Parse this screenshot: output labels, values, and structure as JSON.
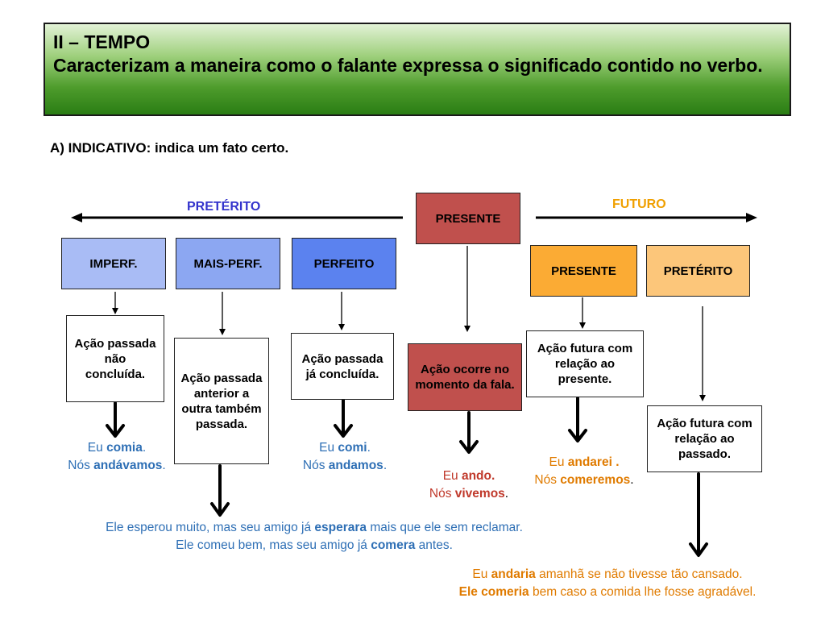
{
  "header": {
    "line1": "II – TEMPO",
    "line2": "Caracterizam a maneira como o falante expressa o significado contido no verbo."
  },
  "subtitle": "A) INDICATIVO: indica um fato certo.",
  "labels": {
    "preterito": "PRETÉRITO",
    "futuro": "FUTURO"
  },
  "boxes": {
    "presente_top": "PRESENTE",
    "imperf": "IMPERF.",
    "mais_perf": "MAIS-PERF.",
    "perfeito": "PERFEITO",
    "fut_presente": "PRESENTE",
    "fut_preterito": "PRETÉRITO"
  },
  "desc": {
    "imperf": "Ação passada não concluída.",
    "mais_perf": "Ação passada anterior a outra também passada.",
    "perfeito": "Ação passada já concluída.",
    "presente": "Ação ocorre no momento da fala.",
    "fut_presente": "Ação futura com relação ao presente.",
    "fut_preterito": "Ação futura com relação ao passado."
  },
  "examples": {
    "imperf": {
      "a1": "Eu ",
      "a2": "comia",
      "a3": ".",
      "b1": "Nós ",
      "b2": "andávamos",
      "b3": "."
    },
    "perfeito": {
      "a1": "Eu ",
      "a2": "comi",
      "a3": ".",
      "b1": "Nós ",
      "b2": "andamos",
      "b3": "."
    },
    "presente": {
      "a1": "Eu ",
      "a2": "ando.",
      "b1": "Nós ",
      "b2": "vivemos",
      "b3": "."
    },
    "fut_presente": {
      "a1": "Eu ",
      "a2": "andarei .",
      "b1": "Nós ",
      "b2": "comeremos",
      "b3": "."
    },
    "mais_perf": {
      "a1": "Ele esperou muito, mas seu amigo já ",
      "a2": "esperara",
      "a3": " mais que ele sem reclamar.",
      "b1": "Ele comeu bem, mas seu amigo já ",
      "b2": "comera",
      "b3": " antes."
    },
    "fut_preterito": {
      "a1": "Eu ",
      "a2": "andaria",
      "a3": " amanhã se não tivesse tão cansado.",
      "b1": "Ele comeria",
      "b2": " bem caso a comida lhe fosse agradável."
    }
  },
  "colors": {
    "imperf": "#a9bcf5",
    "mais_perf": "#8ca7f2",
    "perfeito": "#5b82ef",
    "presente": "#c0504d",
    "fut_presente": "#fbab34",
    "fut_preterito": "#fcc67a",
    "preterito_label": "#3333cc",
    "futuro_label": "#f0a000"
  }
}
